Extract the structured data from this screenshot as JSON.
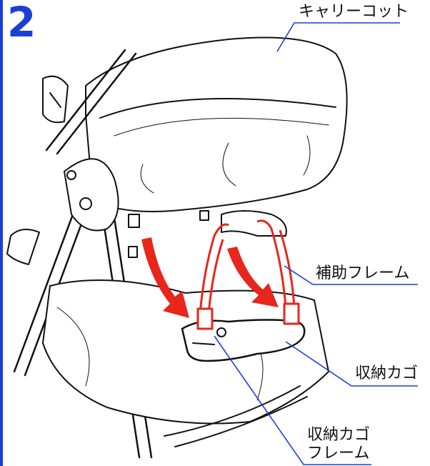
{
  "step_number": "2",
  "labels": {
    "carry_cot": "キャリーコット",
    "support_frame": "補助フレーム",
    "storage_basket": "収納カゴ",
    "basket_frame_line1": "収納カゴ",
    "basket_frame_line2": "フレーム"
  },
  "colors": {
    "accent_blue": "#1b3fd6",
    "arrow_red": "#e8261c",
    "frame_red": "#e8261c",
    "ink": "#111111"
  }
}
